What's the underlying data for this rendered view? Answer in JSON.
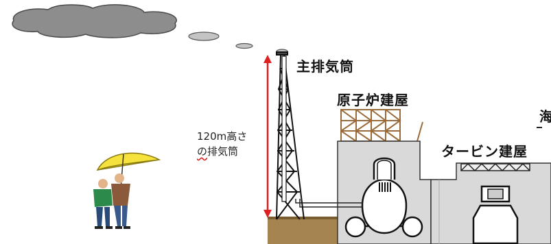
{
  "labels": {
    "main_stack": "主排気筒",
    "reactor_building": "原子炉建屋",
    "turbine_building": "タービン建屋",
    "sea": "海",
    "stack_height_line1": "120m高さ",
    "stack_height_line2_a": "の",
    "stack_height_line2_b": "排気筒"
  },
  "colors": {
    "height_arrow": "#e02020",
    "building_fill": "#d7d7d7",
    "ground": "#a0804a",
    "umbrella": "#f5e23c",
    "cloud": "#8a8a8a"
  }
}
